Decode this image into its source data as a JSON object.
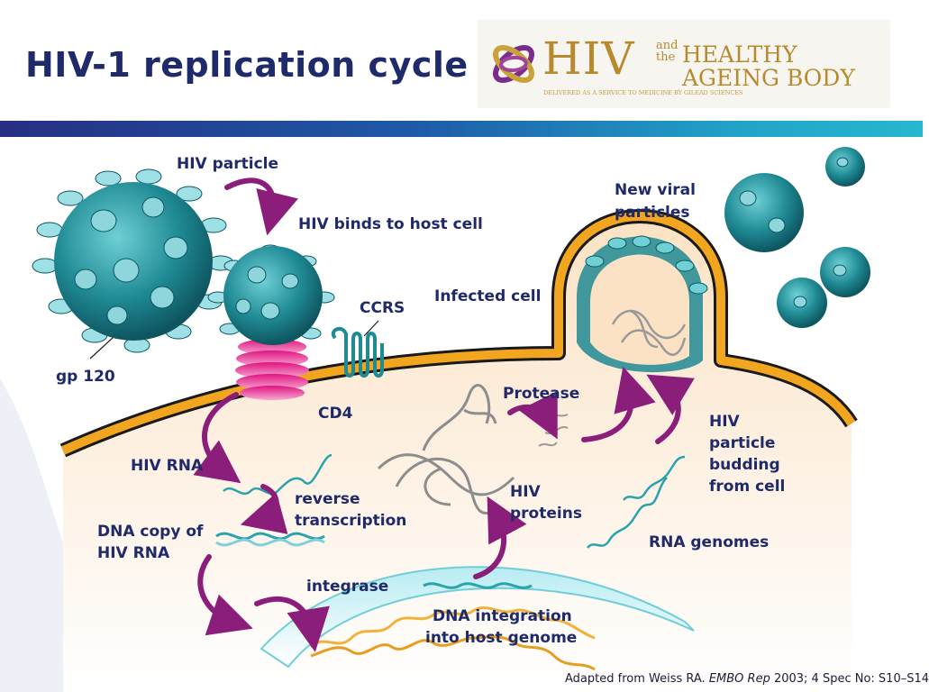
{
  "title": "HIV-1 replication cycle",
  "logo": {
    "hiv": "HIV",
    "and_the": "and the",
    "line1": "HEALTHY",
    "line2": "AGEING BODY",
    "subline": "DELIVERED AS A SERVICE TO MEDICINE BY GILEAD SCIENCES"
  },
  "labels": {
    "hiv_particle": "HIV particle",
    "hiv_binds": "HIV binds to host cell",
    "gp120": "gp 120",
    "ccrs": "CCRS",
    "infected_cell": "Infected cell",
    "new_viral_1": "New viral",
    "new_viral_2": "particles",
    "cd4": "CD4",
    "protease": "Protease",
    "hiv_rna": "HIV RNA",
    "reverse_1": "reverse",
    "reverse_2": "transcription",
    "dna_copy_1": "DNA copy of",
    "dna_copy_2": "HIV RNA",
    "hiv_proteins_1": "HIV",
    "hiv_proteins_2": "proteins",
    "budding_1": "HIV",
    "budding_2": "particle",
    "budding_3": "budding",
    "budding_4": "from cell",
    "rna_genomes": "RNA genomes",
    "integrase": "integrase",
    "integration_1": "DNA integration",
    "integration_2": "into host genome"
  },
  "citation": {
    "prefix": "Adapted from Weiss RA. ",
    "journal": "EMBO Rep",
    "suffix": " 2003; 4 Spec No: S10–S14"
  },
  "colors": {
    "title": "#1f2a6b",
    "virus": "#1f8a94",
    "arrow": "#8b1e7a",
    "membrane_orange": "#f2a51f",
    "membrane_dark": "#1a1a1a",
    "band_start": "#262f82",
    "band_end": "#27b7cf"
  }
}
